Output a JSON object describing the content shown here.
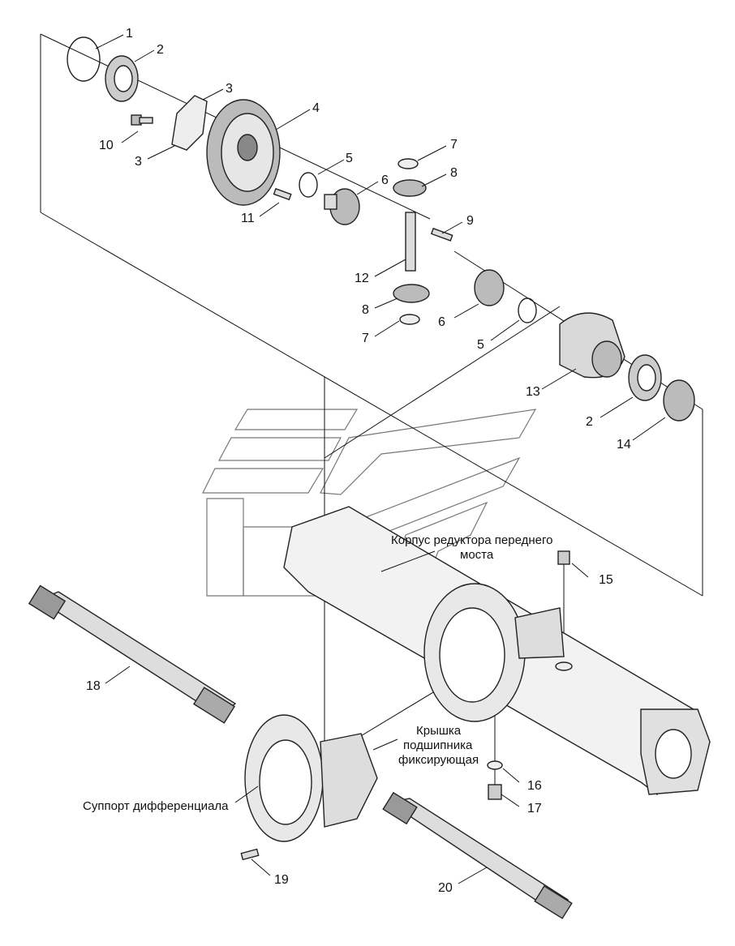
{
  "parts": {
    "p1": "1",
    "p2a": "2",
    "p3a": "3",
    "p3b": "3",
    "p4": "4",
    "p5a": "5",
    "p6a": "6",
    "p7a": "7",
    "p8a": "8",
    "p9": "9",
    "p10": "10",
    "p11": "11",
    "p12": "12",
    "p8b": "8",
    "p7b": "7",
    "p6b": "6",
    "p5b": "5",
    "p13": "13",
    "p2b": "2",
    "p14": "14",
    "p15": "15",
    "p16": "16",
    "p17": "17",
    "p18": "18",
    "p19": "19",
    "p20": "20"
  },
  "labels": {
    "housing_line1": "Корпус редуктора переднего",
    "housing_line2": "моста",
    "cover_line1": "Крышка",
    "cover_line2": "подшипника",
    "cover_line3": "фиксирующая",
    "support": "Суппорт дифференциала"
  }
}
